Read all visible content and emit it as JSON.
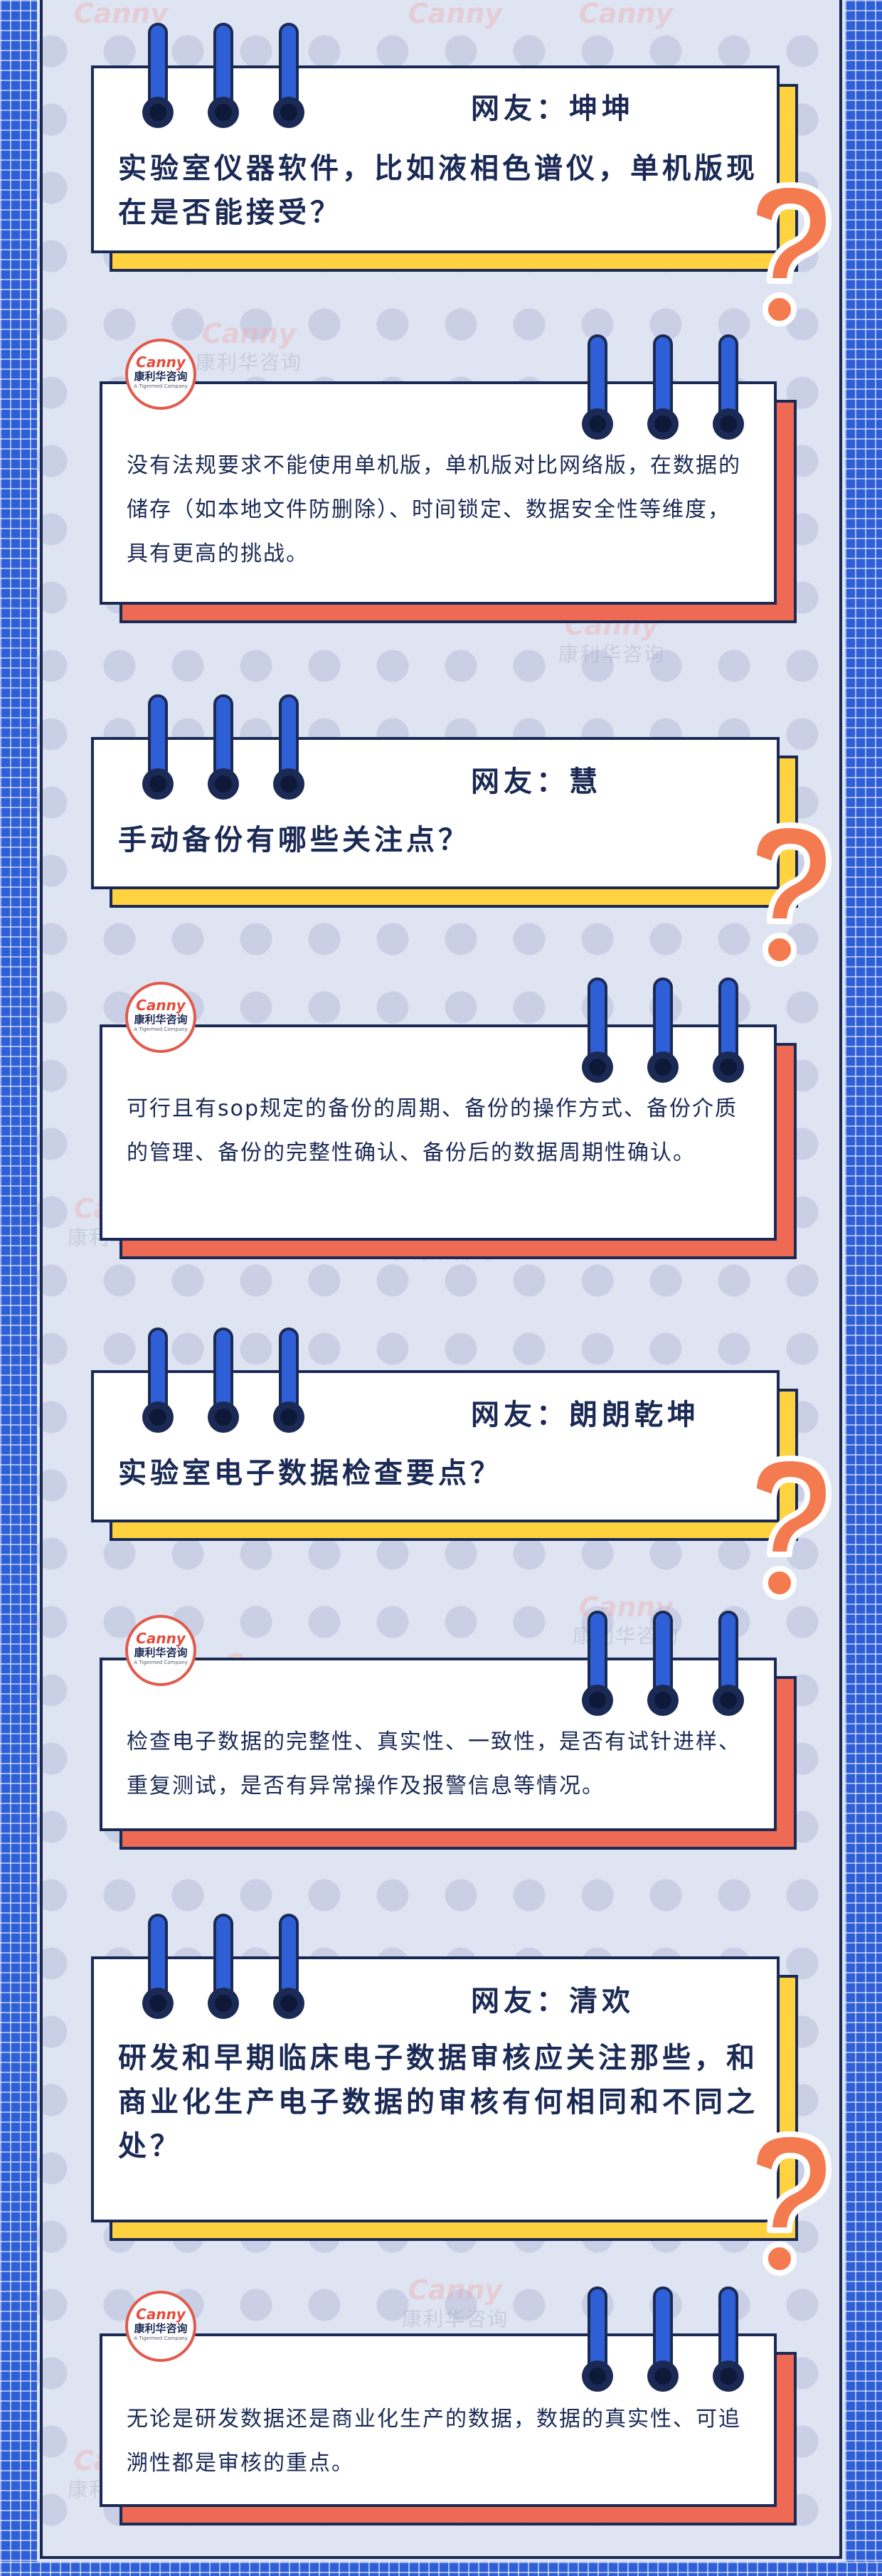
{
  "colors": {
    "frame_blue": "#2f5fd6",
    "navy": "#1b2a55",
    "question_shadow": "#ffd23f",
    "answer_shadow": "#ef6a55",
    "question_mark_orange": "#f47a4f",
    "background": "#dfe4f2"
  },
  "watermark": {
    "brand": "Canny",
    "cn": "康利华咨询",
    "en": "A Tigermed Company"
  },
  "logo": {
    "brand": "Canny",
    "cn": "康利华咨询",
    "en": "A Tigermed Company"
  },
  "qa": [
    {
      "asker": "网友：坤坤",
      "question": "实验室仪器软件，比如液相色谱仪，单机版现在是否能接受？",
      "answer": "没有法规要求不能使用单机版，单机版对比网络版，在数据的储存（如本地文件防删除）、时间锁定、数据安全性等维度，具有更高的挑战。"
    },
    {
      "asker": "网友：慧",
      "question": "手动备份有哪些关注点？",
      "answer": "可行且有sop规定的备份的周期、备份的操作方式、备份介质的管理、备份的完整性确认、备份后的数据周期性确认。"
    },
    {
      "asker": "网友：朗朗乾坤",
      "question": "实验室电子数据检查要点？",
      "answer": "检查电子数据的完整性、真实性、一致性，是否有试针进样、重复测试，是否有异常操作及报警信息等情况。"
    },
    {
      "asker": "网友：清欢",
      "question": "研发和早期临床电子数据审核应关注那些，和商业化生产电子数据的审核有何相同和不同之处？",
      "answer": "无论是研发数据还是商业化生产的数据，数据的真实性、可追溯性都是审核的重点。"
    }
  ]
}
